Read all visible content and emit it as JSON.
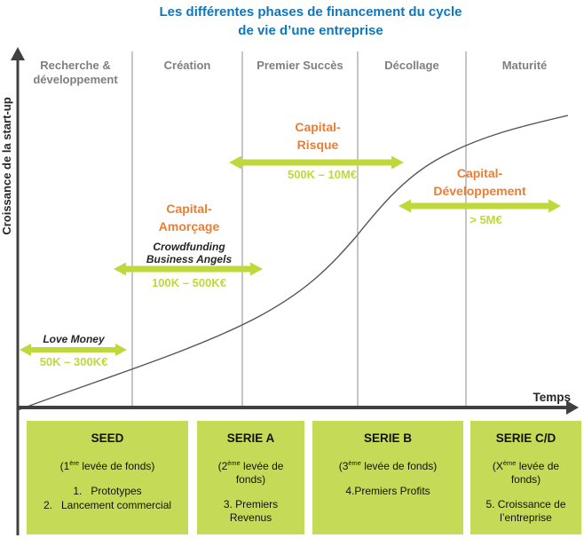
{
  "colors": {
    "title_blue": "#0e76bd",
    "orange": "#ed7d31",
    "green": "#c0d83a",
    "box_green": "#c5db58",
    "header_gray": "#7f7f7f",
    "axis": "#404040",
    "curve": "#555555",
    "divider": "#8c8c8c"
  },
  "title": "Les différentes phases de financement du cycle\nde vie d’une entreprise",
  "y_axis_label": "Croissance de la start-up",
  "x_axis_label": "Temps",
  "phases": [
    {
      "label": "Recherche & développement"
    },
    {
      "label": "Création"
    },
    {
      "label": "Premier Succès"
    },
    {
      "label": "Décollage"
    },
    {
      "label": "Maturité"
    }
  ],
  "annotations": {
    "love_money": {
      "label": "Love Money",
      "range": "50K – 300K€"
    },
    "amorcage": {
      "label": "Capital-\nAmorçage",
      "note": "Crowdfunding\nBusiness Angels",
      "range": "100K – 500K€"
    },
    "risque": {
      "label": "Capital-\nRisque",
      "range": "500K – 10M€"
    },
    "developpement": {
      "label": "Capital-\nDéveloppement",
      "range": "> 5M€"
    }
  },
  "boxes": [
    {
      "title": "SEED",
      "sub_pre": "(1",
      "sub_sup": "ère",
      "sub_post": " levée de fonds)",
      "items": [
        "1.   Prototypes",
        "2.   Lancement commercial"
      ]
    },
    {
      "title": "SERIE A",
      "sub_pre": "(2",
      "sub_sup": "ème",
      "sub_post": " levée de fonds)",
      "items": [
        "3. Premiers Revenus"
      ]
    },
    {
      "title": "SERIE B",
      "sub_pre": "(3",
      "sub_sup": "ème",
      "sub_post": " levée de fonds)",
      "items": [
        "4.Premiers Profits"
      ]
    },
    {
      "title": "SERIE C/D",
      "sub_pre": "(X",
      "sub_sup": "ème",
      "sub_post": " levée de fonds)",
      "items": [
        "5. Croissance de l’entreprise"
      ]
    }
  ],
  "chart_data": {
    "type": "line",
    "title": "Les différentes phases de financement du cycle de vie d’une entreprise",
    "xlabel": "Temps",
    "ylabel": "Croissance de la start-up",
    "x_phases": [
      "Recherche & développement",
      "Création",
      "Premier Succès",
      "Décollage",
      "Maturité"
    ],
    "curve": {
      "shape": "s-curve (croissance de la start-up dans le temps)",
      "points_time_growth": [
        [
          0,
          0
        ],
        [
          0.1,
          0.07
        ],
        [
          0.2,
          0.15
        ],
        [
          0.3,
          0.22
        ],
        [
          0.4,
          0.3
        ],
        [
          0.5,
          0.42
        ],
        [
          0.58,
          0.56
        ],
        [
          0.63,
          0.68
        ],
        [
          0.69,
          0.8
        ],
        [
          0.75,
          0.87
        ],
        [
          0.82,
          0.92
        ],
        [
          0.9,
          0.96
        ],
        [
          1,
          1
        ]
      ]
    },
    "funding_stages": [
      {
        "name": "Love Money",
        "range": "50K – 300K€",
        "phase_span": [
          "Recherche & développement",
          "Recherche & développement"
        ]
      },
      {
        "name": "Capital-Amorçage",
        "range": "100K – 500K€",
        "note": "Crowdfunding Business Angels",
        "phase_span": [
          "Recherche & développement",
          "Création"
        ]
      },
      {
        "name": "Capital-Risque",
        "range": "500K – 10M€",
        "phase_span": [
          "Création",
          "Décollage"
        ]
      },
      {
        "name": "Capital-Développement",
        "range": "> 5M€",
        "phase_span": [
          "Décollage",
          "Maturité"
        ]
      }
    ],
    "rounds": [
      {
        "name": "SEED",
        "description": "(1ère levée de fonds)",
        "items": [
          "1. Prototypes",
          "2. Lancement commercial"
        ]
      },
      {
        "name": "SERIE A",
        "description": "(2ème levée de fonds)",
        "items": [
          "3. Premiers Revenus"
        ]
      },
      {
        "name": "SERIE B",
        "description": "(3ème levée de fonds)",
        "items": [
          "4. Premiers Profits"
        ]
      },
      {
        "name": "SERIE C/D",
        "description": "(Xème levée de fonds)",
        "items": [
          "5. Croissance de l’entreprise"
        ]
      }
    ],
    "legend_position": "none",
    "grid": "vertical phase dividers only"
  }
}
